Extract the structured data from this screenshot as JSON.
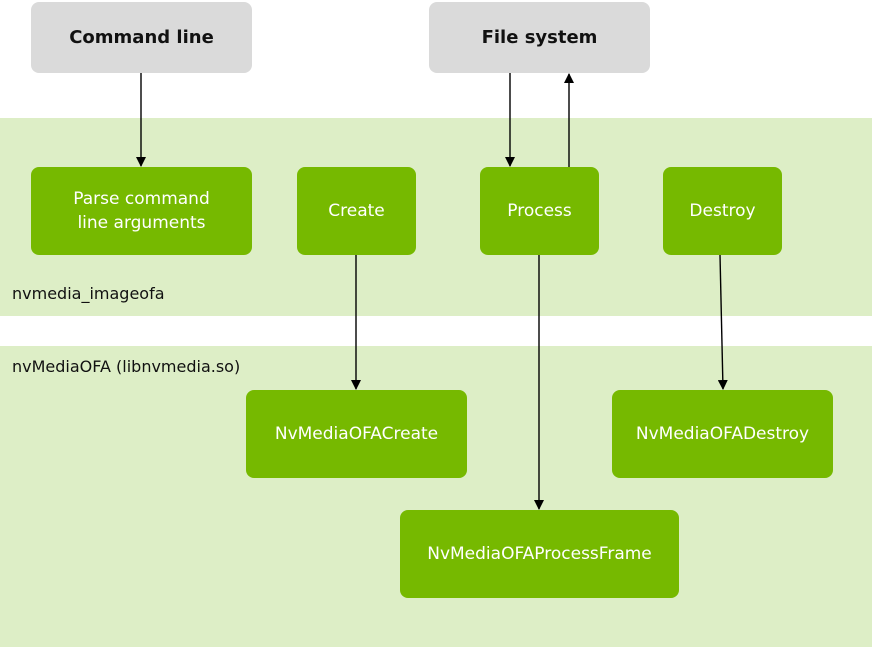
{
  "top_nodes": {
    "command_line": "Command line",
    "file_system": "File system"
  },
  "app_layer": {
    "label": "nvmedia_imageofa",
    "nodes": {
      "parse_args": "Parse command line arguments",
      "create": "Create",
      "process": "Process",
      "destroy": "Destroy"
    }
  },
  "lib_layer": {
    "label": "nvMediaOFA (libnvmedia.so)",
    "nodes": {
      "ofa_create": "NvMediaOFACreate",
      "ofa_destroy": "NvMediaOFADestroy",
      "ofa_process_frame": "NvMediaOFAProcessFrame"
    }
  },
  "colors": {
    "green": "#76b900",
    "band_green": "#ddeec6",
    "gray": "#dadada"
  }
}
